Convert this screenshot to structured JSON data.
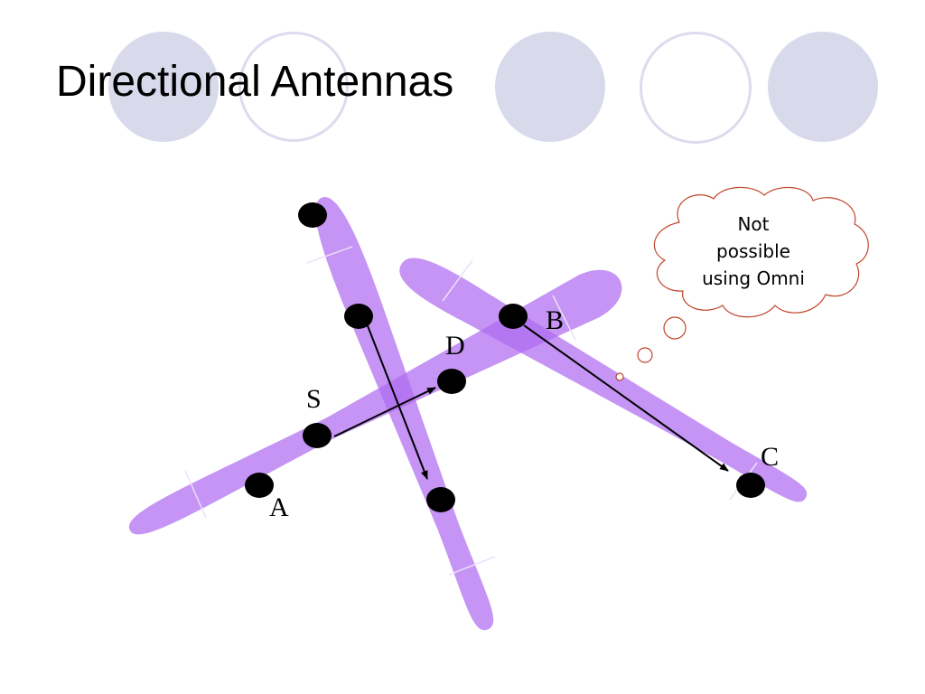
{
  "slide": {
    "title": "Directional Antennas"
  },
  "colors": {
    "beam": "#b06cf0",
    "beam_divider": "#e6d6f7",
    "node": "#000000",
    "arrow": "#000000",
    "deco_circle_fill": "#d9d9ec",
    "deco_circle_outline": "#dcdcee",
    "cloud_stroke": "#c0442a"
  },
  "diagram": {
    "labels": {
      "S": "S",
      "D": "D",
      "A": "A",
      "B": "B",
      "C": "C"
    },
    "thought_bubble": {
      "lines": [
        "Not",
        "possible",
        "using Omni"
      ]
    }
  }
}
